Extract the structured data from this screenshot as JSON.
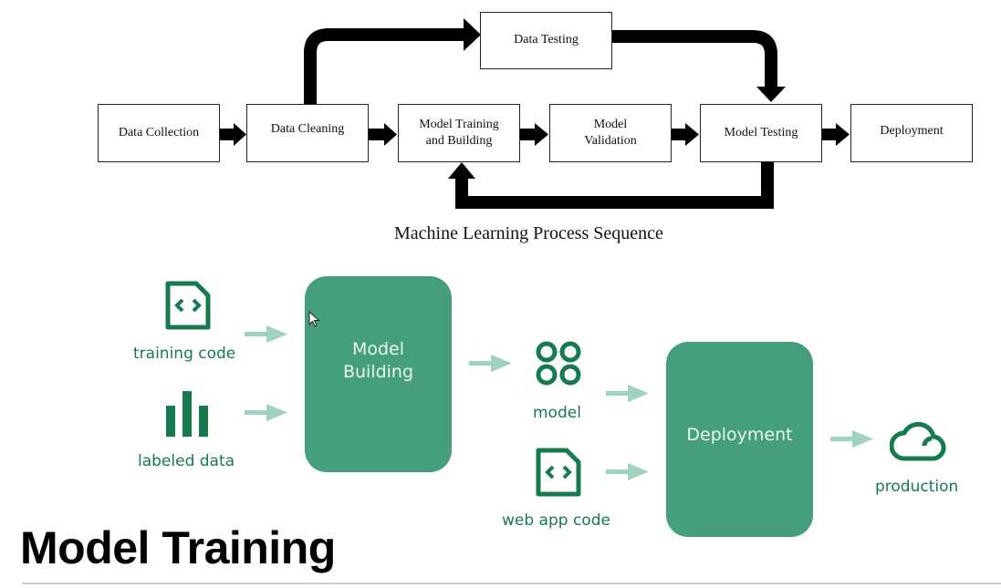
{
  "top_diagram": {
    "caption": "Machine Learning Process Sequence",
    "nodes": [
      {
        "id": "data-collection",
        "label": "Data Collection"
      },
      {
        "id": "data-cleaning",
        "label": "Data Cleaning"
      },
      {
        "id": "model-training",
        "label_line1": "Model Training",
        "label_line2": "and Building"
      },
      {
        "id": "model-validation",
        "label_line1": "Model",
        "label_line2": "Validation"
      },
      {
        "id": "model-testing",
        "label": "Model Testing"
      },
      {
        "id": "deployment",
        "label": "Deployment"
      },
      {
        "id": "data-testing",
        "label": "Data Testing"
      }
    ],
    "edges": [
      [
        "Data Collection",
        "Data Cleaning"
      ],
      [
        "Data Cleaning",
        "Model Training and Building"
      ],
      [
        "Model Training and Building",
        "Model Validation"
      ],
      [
        "Model Validation",
        "Model Testing"
      ],
      [
        "Model Testing",
        "Deployment"
      ],
      [
        "Data Cleaning",
        "Data Testing"
      ],
      [
        "Data Testing",
        "Model Testing"
      ],
      [
        "Model Testing",
        "Model Training and Building"
      ]
    ]
  },
  "bottom_diagram": {
    "colors": {
      "box": "#459f7c",
      "icon": "#177a4e",
      "arrow": "#9fd3bd"
    },
    "inputs": [
      {
        "label": "training code",
        "icon": "code-file-icon"
      },
      {
        "label": "labeled data",
        "icon": "bar-chart-icon"
      }
    ],
    "model_building": {
      "line1": "Model",
      "line2": "Building"
    },
    "outputs": [
      {
        "label": "model",
        "icon": "model-circles-icon"
      },
      {
        "label": "web app code",
        "icon": "code-file-icon"
      }
    ],
    "deployment": {
      "label": "Deployment"
    },
    "production": {
      "label": "production",
      "icon": "cloud-icon"
    }
  },
  "page_title": "Model Training"
}
